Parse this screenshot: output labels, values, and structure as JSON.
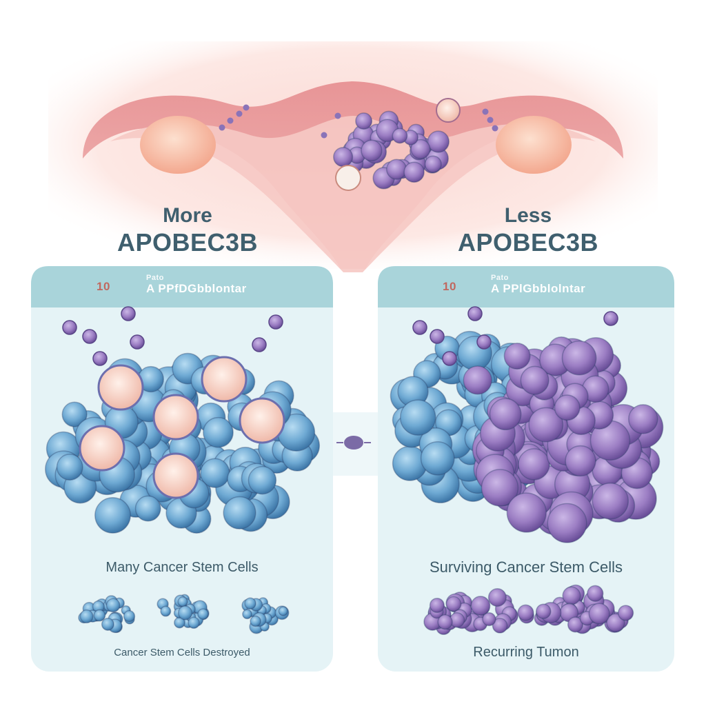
{
  "headings": {
    "left": {
      "line1": "More",
      "line2": "APOBEC3B"
    },
    "right": {
      "line1": "Less",
      "line2": "APOBEC3B"
    }
  },
  "panels": {
    "left": {
      "header_small": "Pato",
      "header_label": "A PPfDGbblontar",
      "header_code": "10"
    },
    "right": {
      "header_small": "Pato",
      "header_label": "A PPlGbblolntar",
      "header_code": "10"
    }
  },
  "captions": {
    "left_main": "Many Cancer Stem Cells",
    "right_main": "Surviving Cancer Stem Cells",
    "left_bottom": "Cancer Stem Cells Destroyed",
    "right_bottom": "Recurring Tumon"
  },
  "colors": {
    "uterus": "#d9686e",
    "ovary": "#f5b49a",
    "cancer_purple": "#9a7cc0",
    "stem_blue": "#6aa8d2",
    "damaged_pink": "#f4c8bb",
    "panel_bg": "#e3f2f5",
    "panel_header": "#a9d3d9",
    "text": "#3f5f6e"
  }
}
